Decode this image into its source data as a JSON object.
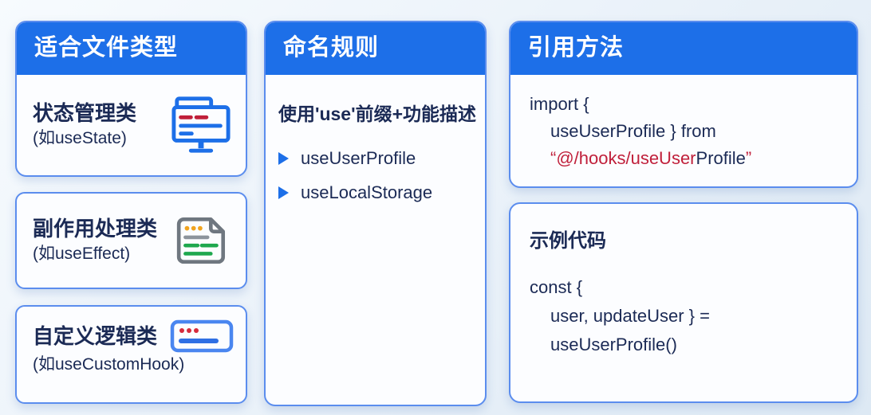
{
  "colors": {
    "header_blue": "#1d6fe8",
    "text_navy": "#1b2a55",
    "code_red": "#c01f3a",
    "card_border_blue": "#5b8dee",
    "icon_blue": "#1d6fe8",
    "icon_green": "#1fa84e",
    "icon_orange": "#f0a31f",
    "icon_gray": "#6f7780",
    "icon_red": "#d62b3d"
  },
  "columns": [
    {
      "header": "适合文件类型",
      "cards": [
        {
          "title": "状态管理类",
          "subtitle": "(如useState)",
          "icon": "monitor-code-icon"
        },
        {
          "title": "副作用处理类",
          "subtitle": "(如useEffect)",
          "icon": "document-lines-icon"
        },
        {
          "title": "自定义逻辑类",
          "subtitle": "(如useCustomHook)",
          "icon": "browser-bar-icon"
        }
      ]
    },
    {
      "header": "命名规则",
      "rule_title": "使用'use'前缀+功能描述",
      "examples": [
        {
          "label": "useUserProfile"
        },
        {
          "label": "useLocalStorage"
        }
      ]
    },
    {
      "header": "引用方法",
      "import_code": {
        "line1": "import {",
        "line2": "useUserProfile } from",
        "line3_parts": [
          {
            "text": "“@/hooks/useUser",
            "color": "red"
          },
          {
            "text": "Profile",
            "color": "navy"
          },
          {
            "text": "”",
            "color": "red"
          }
        ]
      },
      "example": {
        "title": "示例代码",
        "line1": "const {",
        "line2": "user, updateUser } = useUserProfile()"
      }
    }
  ]
}
